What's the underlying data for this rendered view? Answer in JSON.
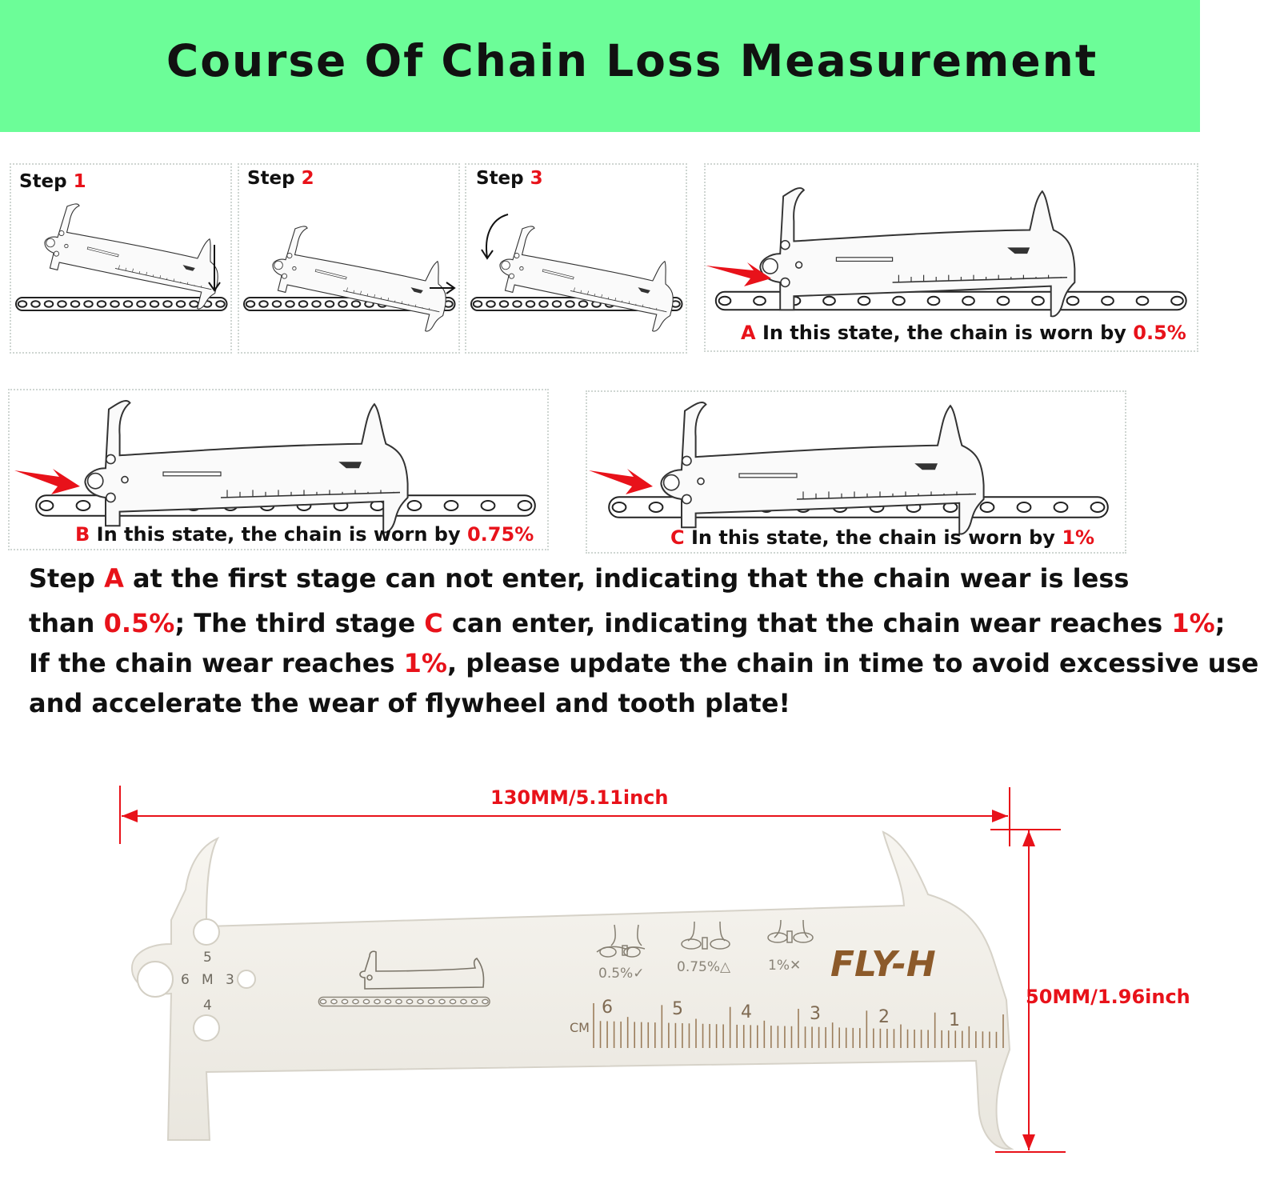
{
  "title": "Course Of Chain Loss Measurement",
  "steps": [
    {
      "word": "Step",
      "num": "1"
    },
    {
      "word": "Step",
      "num": "2"
    },
    {
      "word": "Step",
      "num": "3"
    }
  ],
  "states": {
    "a": {
      "letter": "A",
      "text": "In this state, the chain is worn by",
      "value": "0.5%"
    },
    "b": {
      "letter": "B",
      "text": "In this state, the chain is worn by",
      "value": "0.75%"
    },
    "c": {
      "letter": "C",
      "text": "In this state, the chain is worn by",
      "value": "1%"
    }
  },
  "paragraph": {
    "l1a": "Step ",
    "l1b": "A",
    "l1c": " at the first stage can not enter, indicating that the chain wear is less",
    "l2a": "than ",
    "l2b": "0.5%",
    "l2c": "; The third stage ",
    "l2d": "C",
    "l2e": " can enter, indicating that the chain wear reaches ",
    "l2f": "1%",
    "l2g": ";",
    "l3a": "If the chain wear reaches ",
    "l3b": "1%",
    "l3c": ", please update the chain in time to avoid excessive use",
    "l4": "and accelerate the wear of flywheel and tooth plate!"
  },
  "tool": {
    "brand": "FLY-H",
    "hole_marks": {
      "top": "5",
      "left": "6",
      "mid": "M",
      "right": "3",
      "bottom": "4"
    },
    "wear_marks": [
      "0.5%✓",
      "0.75%△",
      "1%✕"
    ],
    "unit": "CM",
    "ruler_numbers": [
      "6",
      "5",
      "4",
      "3",
      "2",
      "1"
    ]
  },
  "dimensions": {
    "width": "130MM/5.11inch",
    "height": "50MM/1.96inch"
  },
  "colors": {
    "banner": "#6cfd98",
    "accent": "#e8121a",
    "text": "#111111",
    "steel": "#f1efe9"
  }
}
